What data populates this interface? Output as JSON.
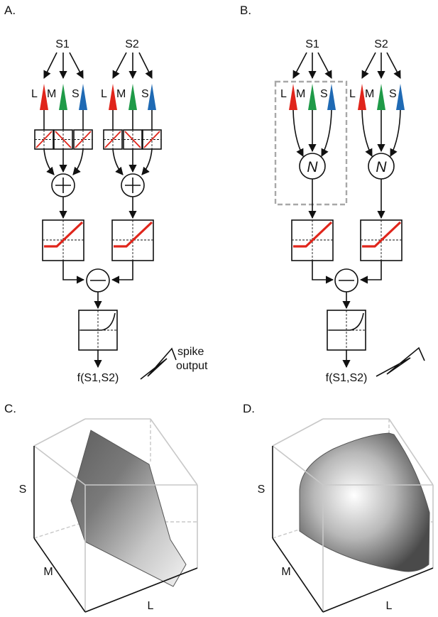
{
  "panels": {
    "a": {
      "label": "A.",
      "stim1": "S1",
      "stim2": "S2",
      "cone_l": "L",
      "cone_m": "M",
      "cone_s": "S",
      "output_fn": "f(S1,S2)",
      "spike_line1": "spike",
      "spike_line2": "output"
    },
    "b": {
      "label": "B.",
      "stim1": "S1",
      "stim2": "S2",
      "cone_l": "L",
      "cone_m": "M",
      "cone_s": "S",
      "norm_symbol": "N",
      "output_fn": "f(S1,S2)"
    },
    "c": {
      "label": "C.",
      "axis_s": "S",
      "axis_m": "M",
      "axis_l": "L"
    },
    "d": {
      "label": "D.",
      "axis_s": "S",
      "axis_m": "M",
      "axis_l": "L"
    }
  },
  "colors": {
    "cone_l": "#e0251b",
    "cone_m": "#1f9a48",
    "cone_s": "#1f6ab4",
    "nonlinearity": "#e0251b",
    "box_frame": "#c8c8c8",
    "normalization_group": "#a8a8a8"
  }
}
